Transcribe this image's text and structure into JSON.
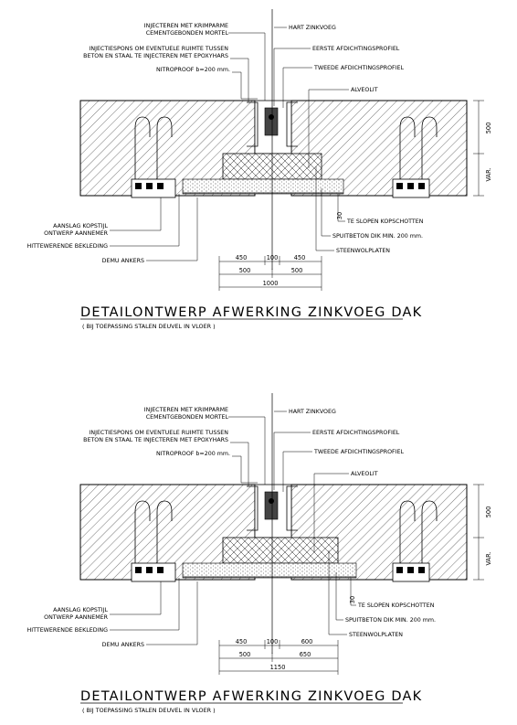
{
  "details": [
    {
      "labels": {
        "injecteren_1": "INJECTEREN MET KRIMPARME",
        "injecteren_2": "CEMENTGEBONDEN MORTEL",
        "injectiespons_1": "INJECTIESPONS OM EVENTUELE RUIMTE TUSSEN",
        "injectiespons_2": "BETON EN STAAL TE INJECTEREN MET EPOXYHARS",
        "nitroproof": "NITROPROOF b=200 mm.",
        "hart_zinkvoeg": "HART ZINKVOEG",
        "eerste": "EERSTE AFDICHTINGSPROFIEL",
        "tweede": "TWEEDE AFDICHTINGSPROFIEL",
        "alveolit": "ALVEOLIT",
        "aanslag_1": "AANSLAG KOPSTIJL",
        "aanslag_2": "ONTWERP AANNEMER",
        "hitte": "HITTEWERENDE BEKLEDING",
        "demu": "DEMU ANKERS",
        "te_slopen": "TE SLOPEN KOPSCHOTTEN",
        "spuitbeton": "SPUITBETON DIK MIN. 200 mm.",
        "steenwol": "STEENWOLPLATEN"
      },
      "dims": {
        "d500_right": "500",
        "dvar": "VAR.",
        "d30": "30",
        "d450_left": "450",
        "d100": "100",
        "d_right_top": "450",
        "d500_left": "500",
        "d_right_bottom": "500",
        "d_total": "1000"
      },
      "title": "DETAILONTWERP AFWERKING ZINKVOEG DAK",
      "subtitle": "( BIJ TOEPASSING STALEN DEUVEL IN VLOER )"
    },
    {
      "labels": {
        "injecteren_1": "INJECTEREN MET KRIMPARME",
        "injecteren_2": "CEMENTGEBONDEN MORTEL",
        "injectiespons_1": "INJECTIESPONS OM EVENTUELE RUIMTE TUSSEN",
        "injectiespons_2": "BETON EN STAAL TE INJECTEREN MET EPOXYHARS",
        "nitroproof": "NITROPROOF b=200 mm.",
        "hart_zinkvoeg": "HART ZINKVOEG",
        "eerste": "EERSTE AFDICHTINGSPROFIEL",
        "tweede": "TWEEDE AFDICHTINGSPROFIEL",
        "alveolit": "ALVEOLIT",
        "aanslag_1": "AANSLAG KOPSTIJL",
        "aanslag_2": "ONTWERP AANNEMER",
        "hitte": "HITTEWERENDE BEKLEDING",
        "demu": "DEMU ANKERS",
        "te_slopen": "TE SLOPEN KOPSCHOTTEN",
        "spuitbeton": "SPUITBETON DIK MIN. 200 mm.",
        "steenwol": "STEENWOLPLATEN"
      },
      "dims": {
        "d500_right": "500",
        "dvar": "VAR.",
        "d30": "30",
        "d450_left": "450",
        "d100": "100",
        "d_right_top": "600",
        "d500_left": "500",
        "d_right_bottom": "650",
        "d_total": "1150"
      },
      "title": "DETAILONTWERP AFWERKING ZINKVOEG DAK",
      "subtitle": "( BIJ TOEPASSING STALEN DEUVEL IN VLOER )"
    }
  ]
}
